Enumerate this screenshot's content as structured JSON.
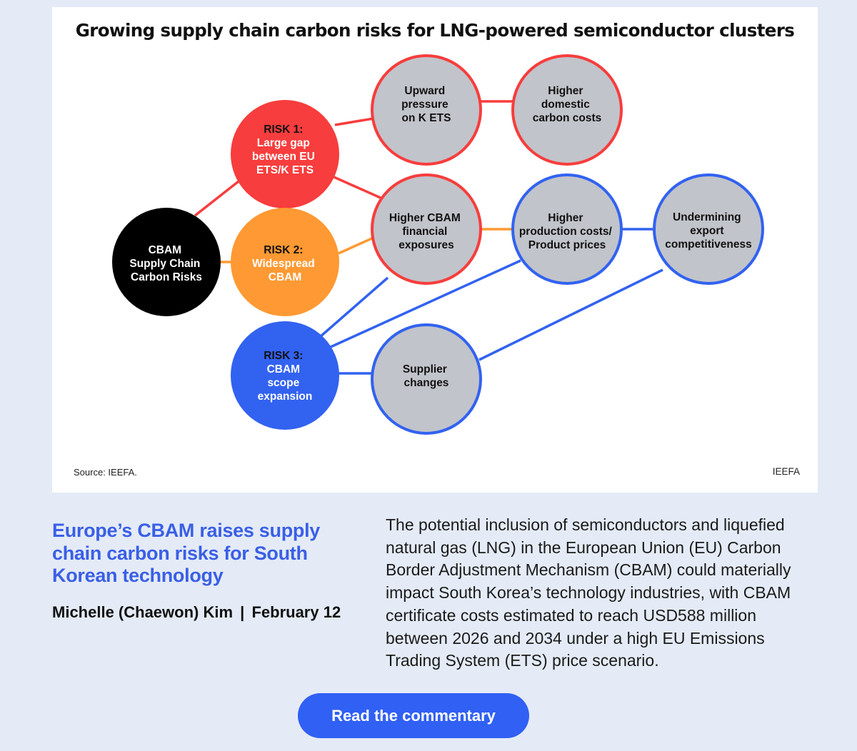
{
  "figure": {
    "title": "Growing supply chain carbon risks for LNG-powered semiconductor clusters",
    "source": "Source: IEEFA.",
    "brand": "IEEFA",
    "nodes": {
      "root": [
        "CBAM",
        "Supply Chain",
        "Carbon Risks"
      ],
      "risk1": [
        "RISK 1:",
        "Large gap",
        "between EU",
        "ETS/K ETS"
      ],
      "risk2": [
        "RISK 2:",
        "Widespread",
        "CBAM"
      ],
      "risk3": [
        "RISK 3:",
        "CBAM",
        "scope",
        "expansion"
      ],
      "kets": [
        "Upward",
        "pressure",
        "on K ETS"
      ],
      "domestic": [
        "Higher",
        "domestic",
        "carbon costs"
      ],
      "cbam_fin": [
        "Higher CBAM",
        "financial",
        "exposures"
      ],
      "production": [
        "Higher",
        "production costs/",
        "Product prices"
      ],
      "export": [
        "Undermining",
        "export",
        "competitiveness"
      ],
      "supplier": [
        "Supplier",
        "changes"
      ]
    },
    "colors": {
      "red": "#f73d3d",
      "orange": "#ff9933",
      "blue": "#3262f0",
      "black": "#000000",
      "grey": "#c1c4ca"
    }
  },
  "article": {
    "headline": "Europe’s CBAM raises supply chain carbon risks for South Korean technology",
    "author": "Michelle (Chaewon) Kim",
    "separator": "|",
    "date": "February 12",
    "summary": "The potential inclusion of semiconductors and liquefied natural gas (LNG) in the European Union (EU) Carbon Border Adjustment Mechanism (CBAM) could materially impact South Korea’s technology industries, with CBAM certificate costs estimated to reach USD588 million between 2026 and 2034 under a high EU Emissions Trading System (ETS) price scenario.",
    "cta_label": "Read the commentary"
  }
}
